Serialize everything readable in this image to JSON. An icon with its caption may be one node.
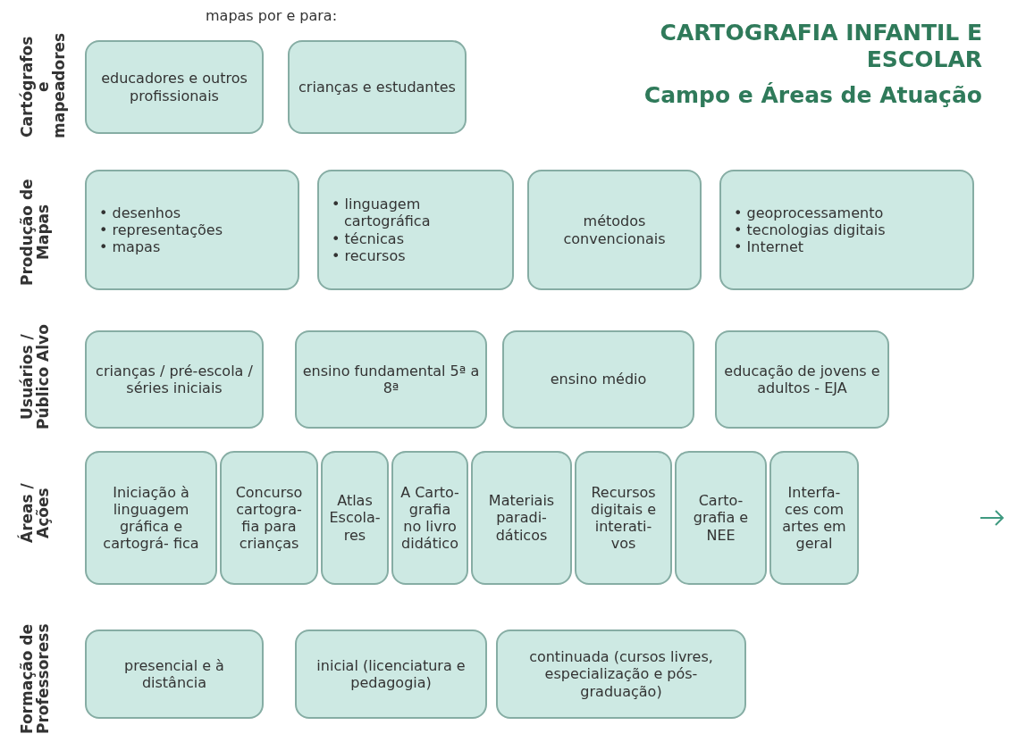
{
  "diagram": {
    "title": "CARTOGRAFIA INFANTIL E ESCOLAR",
    "nodes": [
      {
        "text": [
          "educadores e outros profissionais"
        ]
      },
      {
        "text": [
          "crianças e estudantes"
        ]
      },
      {
        "text": [
          "• desenhos",
          "• representações",
          "• mapas"
        ]
      },
      {
        "text": [
          "• linguagem cartográfica",
          "• técnicas",
          "• recursos"
        ]
      },
      {
        "text": [
          "métodos convencionais"
        ]
      },
      {
        "text": [
          "• geoprocessamento",
          "• tecnologias digitais",
          "• Internet"
        ]
      },
      {
        "text": [
          "crianças / pré-escola / séries iniciais"
        ]
      },
      {
        "text": [
          "ensino fundamental 5ª a 8ª"
        ]
      },
      {
        "text": [
          "ensino médio"
        ]
      },
      {
        "text": [
          "educação de jovens e adultos - EJA"
        ]
      },
      {
        "text": [
          "Iniciação à linguagem gráfica e cartográ- fica"
        ]
      },
      {
        "text": [
          "Concurso cartogra- fia para crianças"
        ]
      },
      {
        "text": [
          "Atlas Escola- res"
        ]
      },
      {
        "text": [
          "A Carto- grafia no livro didático"
        ]
      },
      {
        "text": [
          "Materiais paradi- dáticos"
        ]
      },
      {
        "text": [
          "Recursos digitais e interati- vos"
        ]
      },
      {
        "text": [
          "Carto- grafia e NEE"
        ]
      },
      {
        "text": [
          "Interfa- ces com artes em geral"
        ]
      },
      {
        "text": [
          "presencial e à distância"
        ]
      },
      {
        "text": [
          "inicial (licenciatura e pedagogia)"
        ]
      },
      {
        "text": [
          "continuada (cursos livres, especialização e pós- graduação)"
        ]
      }
    ],
    "labels": [
      "mapas por e para:",
      "Cartógrafos e mapeadores",
      "Campo e Áreas de Atuação",
      "Produção de Mapas",
      "Usuários / Público Alvo",
      "Áreas / Ações",
      "Formação de Professoress"
    ]
  }
}
